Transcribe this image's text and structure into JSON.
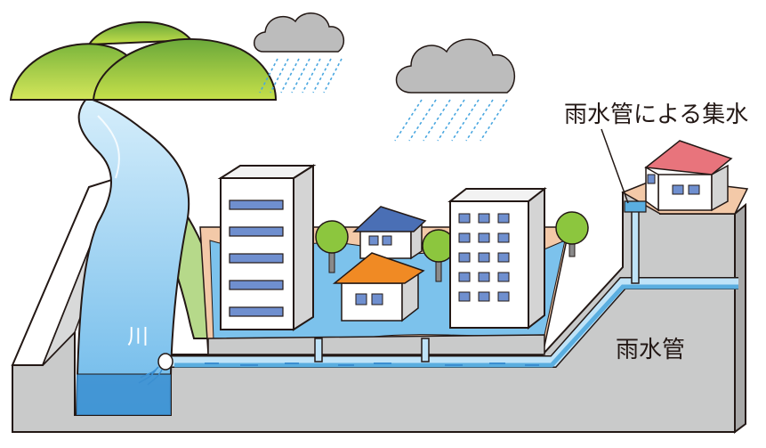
{
  "labels": {
    "river": "川",
    "rain_pipe": "雨水管",
    "collection": "雨水管による集水"
  },
  "colors": {
    "ground": "#c9caca",
    "ground_dark": "#a8a8a8",
    "outline": "#231815",
    "river": "#9fd3f2",
    "river_dark": "#3b8fd1",
    "flood_water": "#7cc2ec",
    "pipe": "#5aaee0",
    "pipe_inner": "#bfe3f8",
    "soil": "#f3c9a8",
    "hill": "#9ac43a",
    "tree": "#8cc63e",
    "trunk": "#8a8a8a",
    "cloud": "#bcbcbc",
    "rain": "#4aa7e0",
    "house_wall": "#ffffff",
    "roof_blue": "#4a6fb5",
    "roof_orange": "#f08a24",
    "roof_red": "#e8747c",
    "building_window": "#6f8fcf"
  },
  "icons": [
    "cloud-icon",
    "rain-icon",
    "hill-icon",
    "tree-icon",
    "house-icon",
    "building-icon",
    "pipe-outlet-icon"
  ]
}
